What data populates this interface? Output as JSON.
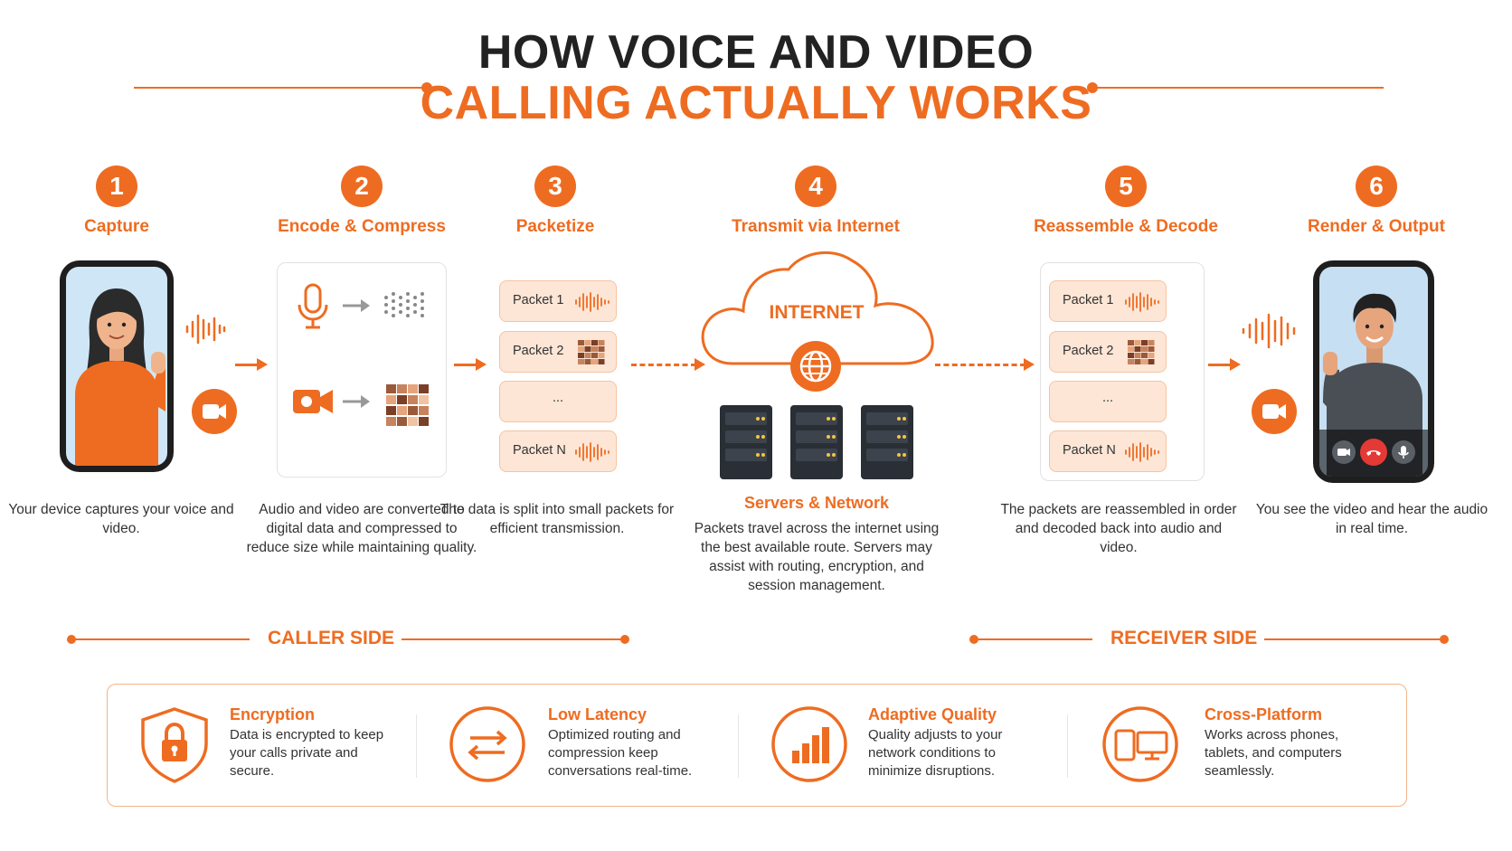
{
  "title": {
    "line1": "HOW VOICE AND VIDEO",
    "line2": "CALLING ACTUALLY WORKS"
  },
  "steps": [
    {
      "num": "1",
      "title": "Capture",
      "desc": "Your device captures your voice and video."
    },
    {
      "num": "2",
      "title": "Encode & Compress",
      "desc": "Audio and video are converted to digital data and compressed to reduce size while maintaining quality."
    },
    {
      "num": "3",
      "title": "Packetize",
      "desc": "The data is split into small packets for efficient transmission."
    },
    {
      "num": "4",
      "title": "Transmit via Internet",
      "subtitle": "Servers & Network",
      "cloud_label": "INTERNET",
      "desc": "Packets travel across the internet using the best available route. Servers may assist with routing, encryption, and session management."
    },
    {
      "num": "5",
      "title": "Reassemble & Decode",
      "desc": "The packets are reassembled in order and decoded back into audio and video."
    },
    {
      "num": "6",
      "title": "Render & Output",
      "desc": "You see the video and hear the audio in real time."
    }
  ],
  "packets_left": [
    "Packet 1",
    "Packet 2",
    "...",
    "Packet N"
  ],
  "packets_right": [
    "Packet 1",
    "Packet 2",
    "...",
    "Packet N"
  ],
  "sides": {
    "caller": "CALLER SIDE",
    "receiver": "RECEIVER SIDE"
  },
  "features": [
    {
      "icon": "lock-shield-icon",
      "title": "Encryption",
      "text": "Data is encrypted to keep your calls private and secure."
    },
    {
      "icon": "swap-arrows-icon",
      "title": "Low Latency",
      "text": "Optimized routing and compression keep conversations real-time."
    },
    {
      "icon": "signal-bars-icon",
      "title": "Adaptive Quality",
      "text": "Quality adjusts to your network conditions to minimize disruptions."
    },
    {
      "icon": "devices-icon",
      "title": "Cross-Platform",
      "text": "Works across phones, tablets, and computers seamlessly."
    }
  ],
  "colors": {
    "accent": "#ee6c21",
    "packet_fill": "#fde6d6",
    "dark": "#222222"
  }
}
